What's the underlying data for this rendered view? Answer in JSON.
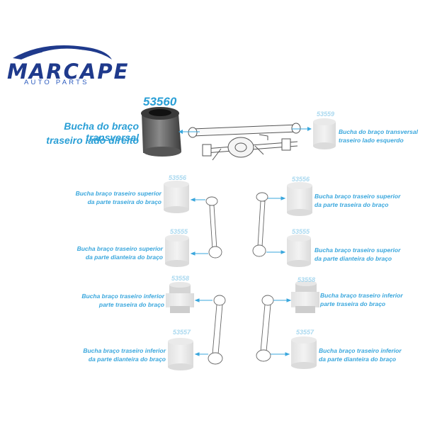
{
  "brand": {
    "name": "MARCAPE",
    "subtitle": "AUTO PARTS"
  },
  "main_part": {
    "code": "53560",
    "label_line1": "Bucha do braço transversal",
    "label_line2": "traseiro lado direito"
  },
  "left_part": {
    "code": "53559",
    "label_line1": "Bucha do braço transversal",
    "label_line2": "traseiro lado esquerdo"
  },
  "rows": [
    {
      "left_code": "53556",
      "right_code": "53556",
      "left_l1": "Bucha braço traseiro superior",
      "left_l2": "da parte traseira do braço",
      "right_l1": "Bucha  braço  traseiro  superior",
      "right_l2": "da parte traseira do braço"
    },
    {
      "left_code": "53555",
      "right_code": "53555",
      "left_l1": "Bucha braço traseiro superior",
      "left_l2": "da parte dianteira do braço",
      "right_l1": "Bucha  braço  traseiro  superior",
      "right_l2": "da parte dianteira do braço"
    },
    {
      "left_code": "53558",
      "right_code": "53558",
      "left_l1": "Bucha braço traseiro inferior",
      "left_l2": "parte traseira do braço",
      "right_l1": "Bucha braço traseiro inferior",
      "right_l2": "parte traseira do braço"
    },
    {
      "left_code": "53557",
      "right_code": "53557",
      "left_l1": "Bucha braço traseiro inferior",
      "left_l2": "da parte dianteira do braço",
      "right_l1": "Bucha  braço  traseiro  inferior",
      "right_l2": "da parte dianteira do braço"
    }
  ],
  "colors": {
    "accent": "#2a9fd6",
    "brand": "#1f3a8c",
    "bushing": "#c9c9c9"
  }
}
